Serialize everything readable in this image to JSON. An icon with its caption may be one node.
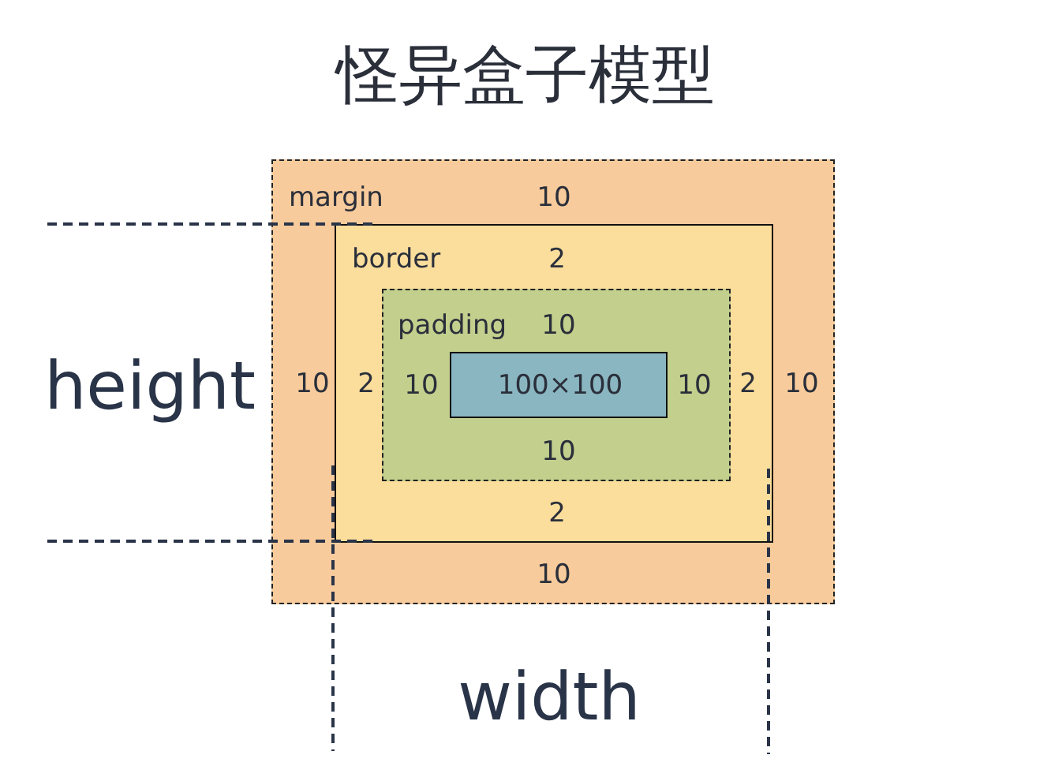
{
  "diagram": {
    "title": "怪异盒子模型",
    "nodes": [
      {
        "text": [
          "margin",
          "10",
          "10",
          "10",
          "10"
        ]
      },
      {
        "text": [
          "border",
          "2",
          "2",
          "2",
          "2"
        ],
        "in": 0
      },
      {
        "text": [
          "padding",
          "10",
          "10",
          "10",
          "10"
        ],
        "in": 1
      },
      {
        "text": [
          "100×100"
        ],
        "in": 2
      }
    ],
    "labels": [
      "height",
      "width"
    ]
  }
}
